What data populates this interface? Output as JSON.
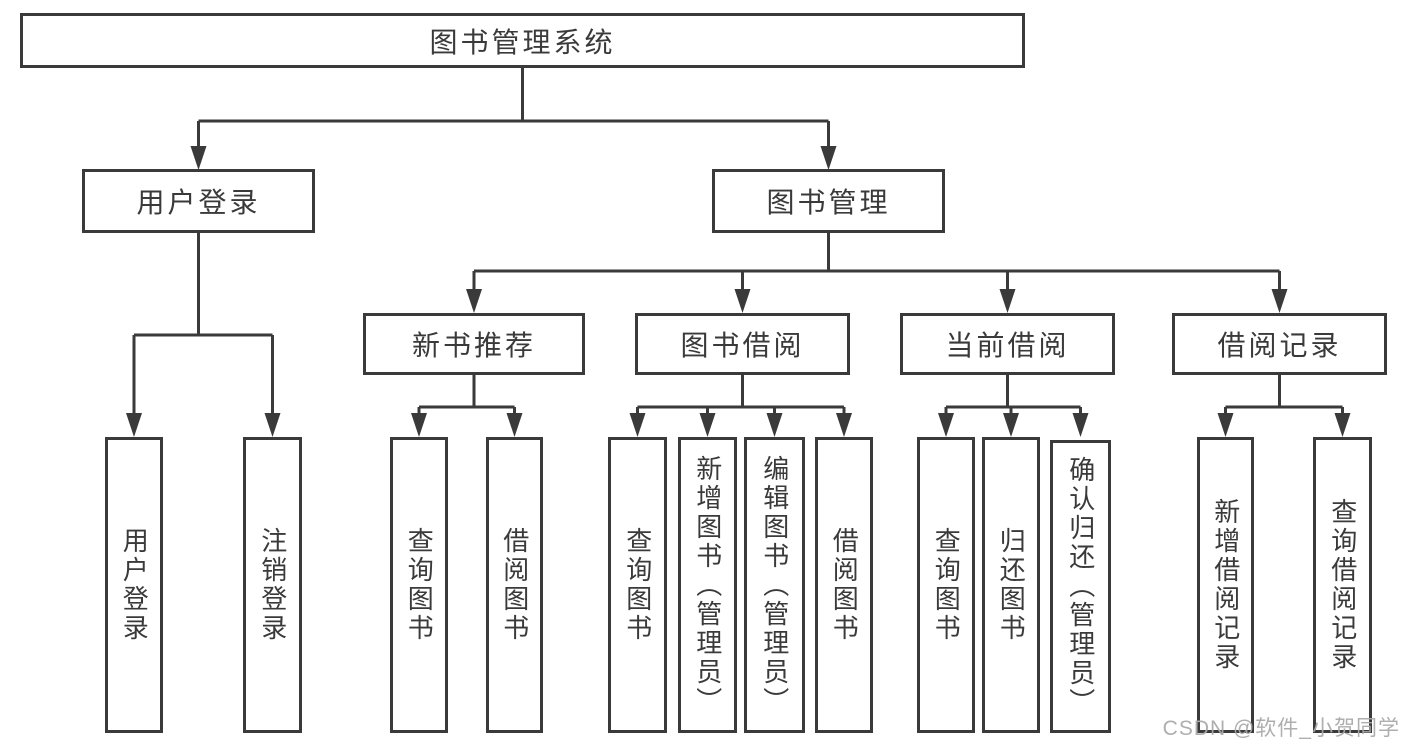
{
  "diagram": {
    "root": "图书管理系统",
    "branches": {
      "user_login": {
        "label": "用户登录",
        "children": [
          "用户登录",
          "注销登录"
        ]
      },
      "book_mgmt": {
        "label": "图书管理"
      }
    },
    "modules": [
      {
        "label": "新书推荐",
        "children": [
          "查询图书",
          "借阅图书"
        ]
      },
      {
        "label": "图书借阅",
        "children": [
          "查询图书",
          "新增图书（管理员）",
          "编辑图书（管理员）",
          "借阅图书"
        ]
      },
      {
        "label": "当前借阅",
        "children": [
          "查询图书",
          "归还图书",
          "确认归还（管理员）"
        ]
      },
      {
        "label": "借阅记录",
        "children": [
          "新增借阅记录",
          "查询借阅记录"
        ]
      }
    ],
    "line_color": "#3a3a3a"
  },
  "watermark": "CSDN @软件_小贺同学"
}
